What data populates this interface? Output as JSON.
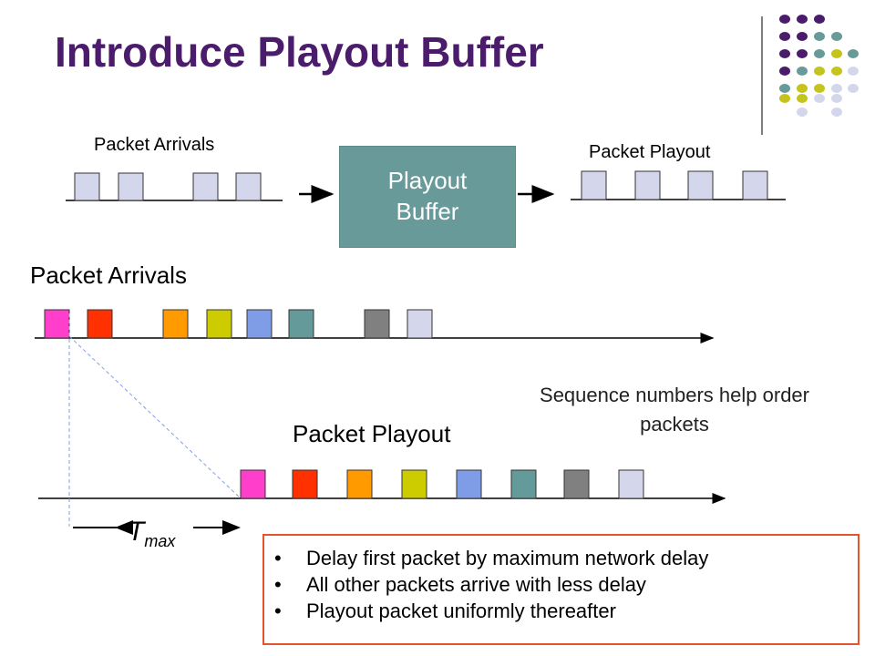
{
  "title": "Introduce Playout Buffer",
  "top_diagram": {
    "arrivals_label": "Packet Arrivals",
    "playout_label": "Packet Playout",
    "buffer_label": "Playout Buffer",
    "arrival_color": "#d4d6ec",
    "playout_color": "#d4d6ec",
    "buffer_color": "#689a9a"
  },
  "main_diagram": {
    "arrivals_label": "Packet Arrivals",
    "playout_label": "Packet Playout",
    "packet_colors": [
      "#ff3fcb",
      "#ff3100",
      "#ff9a00",
      "#cccc00",
      "#7f9ce6",
      "#649a9a",
      "#808080",
      "#d4d6ec"
    ],
    "sequence_note": "Sequence numbers help order packets",
    "tmax_main": "T",
    "tmax_sub": "max"
  },
  "bullets": [
    "Delay first packet by maximum network delay",
    "All other packets arrive with less delay",
    "Playout packet uniformly thereafter"
  ],
  "logo_dot_colors": {
    "purple": "#4b1c6c",
    "teal": "#689a9a",
    "olive": "#c4c41c",
    "lavender": "#d4d6ec"
  }
}
